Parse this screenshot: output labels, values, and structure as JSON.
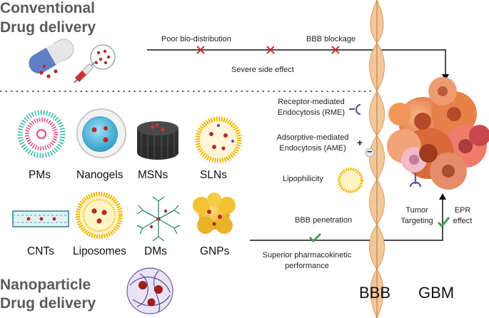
{
  "titles": {
    "conventional": [
      "Conventional",
      "Drug delivery"
    ],
    "nanoparticle": [
      "Nanoparticle",
      "Drug delivery"
    ]
  },
  "conventional_path": {
    "labels": [
      "Poor bio-distribution",
      "Severe side effect",
      "BBB blockage"
    ],
    "markers": [
      "cross-icon",
      "cross-icon",
      "cross-icon"
    ]
  },
  "nanoparticles": {
    "row1": [
      "PMs",
      "Nanogels",
      "MSNs",
      "SLNs"
    ],
    "row2": [
      "CNTs",
      "Liposomes",
      "DMs",
      "GNPs"
    ]
  },
  "mechanisms": {
    "rme": [
      "Receptor-mediated",
      "Endocytosis (RME)"
    ],
    "ame": [
      "Adsorptive-mediated",
      "Endocytosis (AME)"
    ],
    "ame_signs": [
      "+",
      "−"
    ],
    "lipophilicity": "Lipophilicity",
    "penetration": "BBB penetration",
    "pharmacokinetic": [
      "Superior pharmacokinetic",
      "performance"
    ]
  },
  "targeting": {
    "tumor": [
      "Tumor",
      "Targeting"
    ],
    "epr": [
      "EPR",
      "effect"
    ]
  },
  "regions": {
    "bbb": "BBB",
    "gbm": "GBM"
  },
  "colors": {
    "title_gray": "#5a5a5a",
    "cross_red": "#d0312d",
    "check_green": "#4a9a55",
    "bbb_cell": "#f3c79a",
    "receptor_purple": "#6a4f9c",
    "tumor_orange": "#e8804a"
  }
}
